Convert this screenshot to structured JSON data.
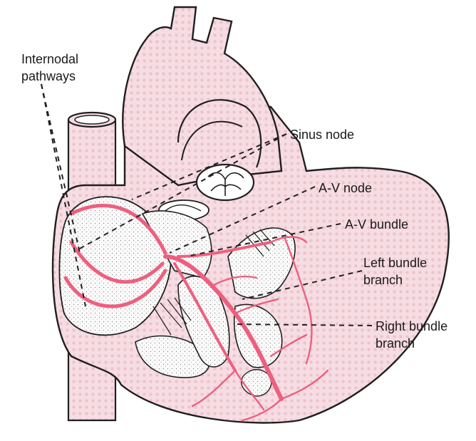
{
  "diagram": {
    "labels": {
      "internodal_line1": "Internodal",
      "internodal_line2": "pathways",
      "sinus_node": "Sinus node",
      "av_node": "A-V node",
      "av_bundle": "A-V bundle",
      "left_bundle_line1": "Left bundle",
      "left_bundle_line2": "branch",
      "right_bundle_line1": "Right bundle",
      "right_bundle_line2": "branch"
    },
    "colors": {
      "heart_fill": "#f6dde3",
      "heart_grid": "#ecc3cd",
      "outline": "#1f1f1f",
      "conduction": "#ee5f7f",
      "chamber_fill": "#fafafa",
      "leader_line": "#222222"
    }
  }
}
